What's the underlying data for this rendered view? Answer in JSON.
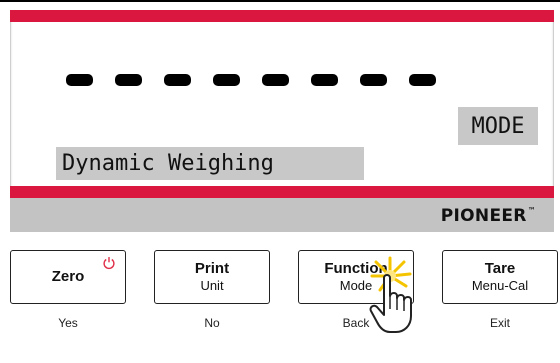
{
  "display": {
    "dashes": [
      "-",
      "-",
      "-",
      "-",
      "-",
      "-",
      "-",
      "-"
    ],
    "mode_label": "MODE",
    "status_text": "Dynamic Weighing"
  },
  "brand": {
    "name": "PIONEER",
    "tm": "™"
  },
  "keys": [
    {
      "main": "Zero",
      "sub": "",
      "under": "Yes",
      "icon": "power-icon"
    },
    {
      "main": "Print",
      "sub": "Unit",
      "under": "No"
    },
    {
      "main": "Function",
      "sub": "Mode",
      "under": "Back"
    },
    {
      "main": "Tare",
      "sub": "Menu-Cal",
      "under": "Exit"
    }
  ],
  "colors": {
    "accent_red": "#d9173f",
    "bar_gray": "#c3c3c3",
    "field_gray": "#c8c8c8",
    "power_red": "#e0304a",
    "highlight_yellow": "#f5c400"
  },
  "pointer": {
    "icon": "hand-pointer-icon"
  }
}
